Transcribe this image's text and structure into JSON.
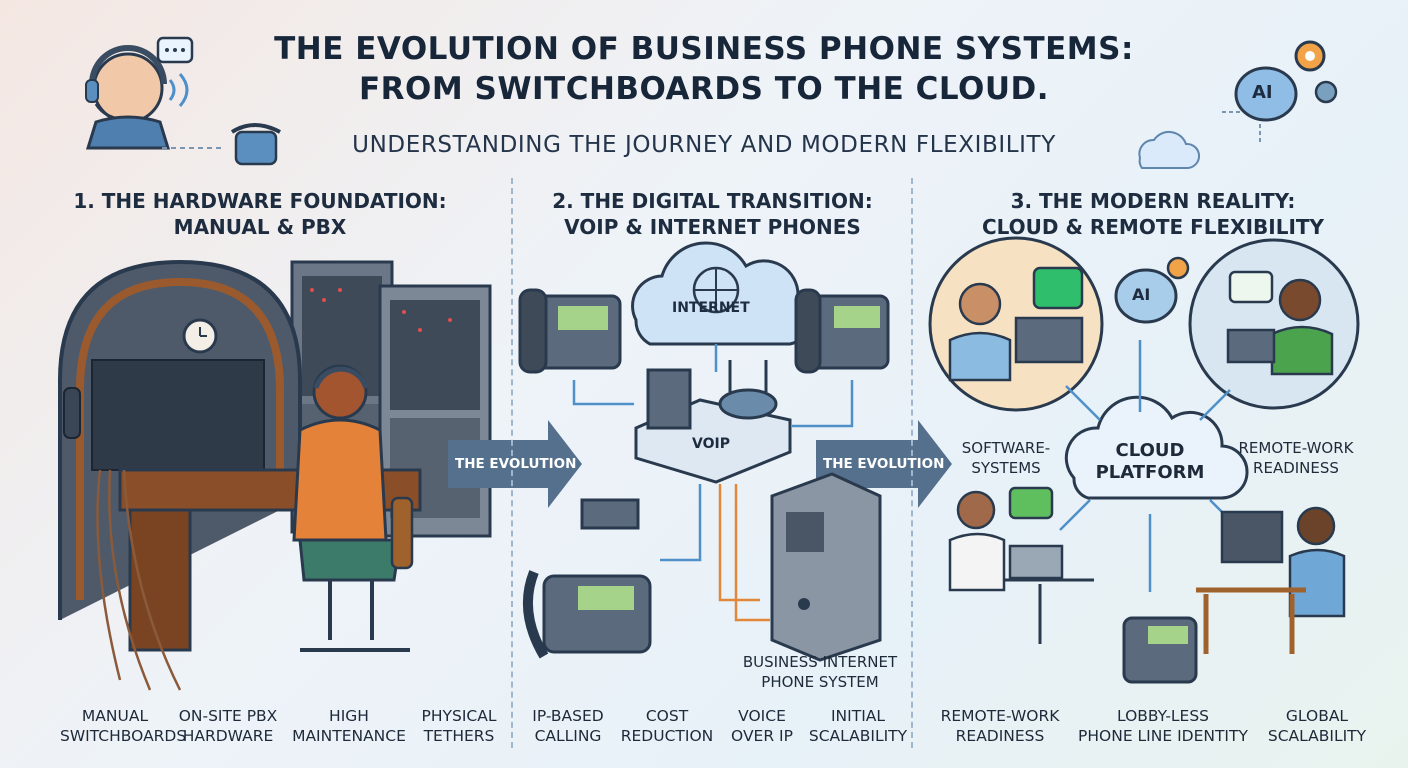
{
  "header": {
    "title_line1": "THE EVOLUTION OF BUSINESS PHONE SYSTEMS:",
    "title_line2": "FROM SWITCHBOARDS TO THE CLOUD.",
    "subtitle": "UNDERSTANDING THE JOURNEY AND MODERN FLEXIBILITY",
    "ai_badge": "AI"
  },
  "sections": [
    {
      "title_line1": "1. THE HARDWARE FOUNDATION:",
      "title_line2": "MANUAL & PBX",
      "labels": [
        {
          "l1": "MANUAL",
          "l2": "SWITCHBOARDS"
        },
        {
          "l1": "ON-SITE PBX",
          "l2": "HARDWARE"
        },
        {
          "l1": "HIGH",
          "l2": "MAINTENANCE"
        },
        {
          "l1": "PHYSICAL",
          "l2": "TETHERS"
        }
      ]
    },
    {
      "title_line1": "2. THE DIGITAL TRANSITION:",
      "title_line2": "VOIP & INTERNET PHONES",
      "internet_label": "INTERNET",
      "voip_label": "VOIP",
      "server_label_line1": "BUSINESS INTERNET",
      "server_label_line2": "PHONE SYSTEM",
      "labels": [
        {
          "l1": "IP-BASED",
          "l2": "CALLING"
        },
        {
          "l1": "COST",
          "l2": "REDUCTION"
        },
        {
          "l1": "VOICE",
          "l2": "OVER IP"
        },
        {
          "l1": "INITIAL",
          "l2": "SCALABILITY"
        }
      ]
    },
    {
      "title_line1": "3. THE MODERN REALITY:",
      "title_line2": "CLOUD & REMOTE FLEXIBILITY",
      "cloud_line1": "CLOUD",
      "cloud_line2": "PLATFORM",
      "ai_badge": "AI",
      "callout_left_l1": "SOFTWARE-",
      "callout_left_l2": "SYSTEMS",
      "callout_right_l1": "REMOTE-WORK",
      "callout_right_l2": "READINESS",
      "labels": [
        {
          "l1": "REMOTE-WORK",
          "l2": "READINESS"
        },
        {
          "l1": "LOBBY-LESS",
          "l2": "PHONE LINE IDENTITY"
        },
        {
          "l1": "GLOBAL",
          "l2": "SCALABILITY"
        }
      ]
    }
  ],
  "arrows": {
    "arrow1": "THE EVOLUTION",
    "arrow2": "THE EVOLUTION"
  }
}
